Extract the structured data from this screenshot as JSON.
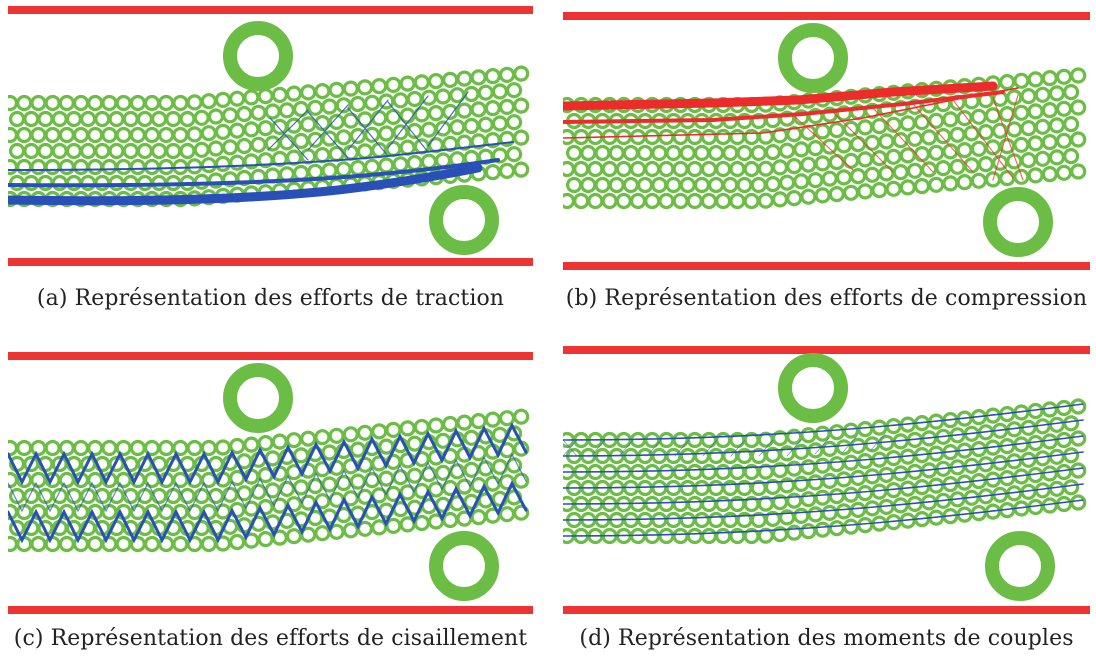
{
  "figure": {
    "colors": {
      "grain": "#6cbd45",
      "plate": "#ee3333",
      "traction": "#2850b8",
      "compression": "#ee2b2b",
      "shear": "#2850b8",
      "moment": "#2850b8"
    },
    "panels": [
      {
        "id": "a",
        "caption": "(a) Représentation des efforts de traction",
        "force_type": "traction"
      },
      {
        "id": "b",
        "caption": "(b) Représentation des efforts de compression",
        "force_type": "compression"
      },
      {
        "id": "c",
        "caption": "(c) Représentation des efforts de cisaillement",
        "force_type": "shear"
      },
      {
        "id": "d",
        "caption": "(d) Représentation des moments de couples",
        "force_type": "moment"
      }
    ]
  }
}
